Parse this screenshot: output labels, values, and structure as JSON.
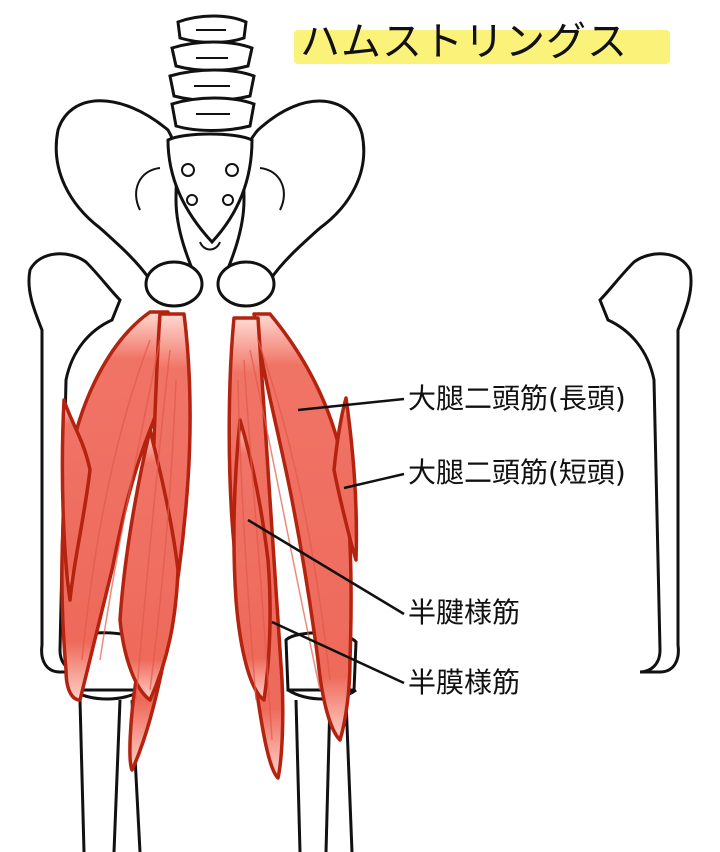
{
  "title": "ハムストリングス",
  "colors": {
    "highlight": "#fbf27a",
    "muscle": "#f07466",
    "muscle_dark": "#e15a4a",
    "muscle_outline": "#b4230f",
    "bone": "#ffffff",
    "ink": "#111111"
  },
  "labels": {
    "biceps_long": "大腿二頭筋(長頭)",
    "biceps_short": "大腿二頭筋(短頭)",
    "semitendinosus": "半腱様筋",
    "semimembranosus": "半膜様筋"
  }
}
